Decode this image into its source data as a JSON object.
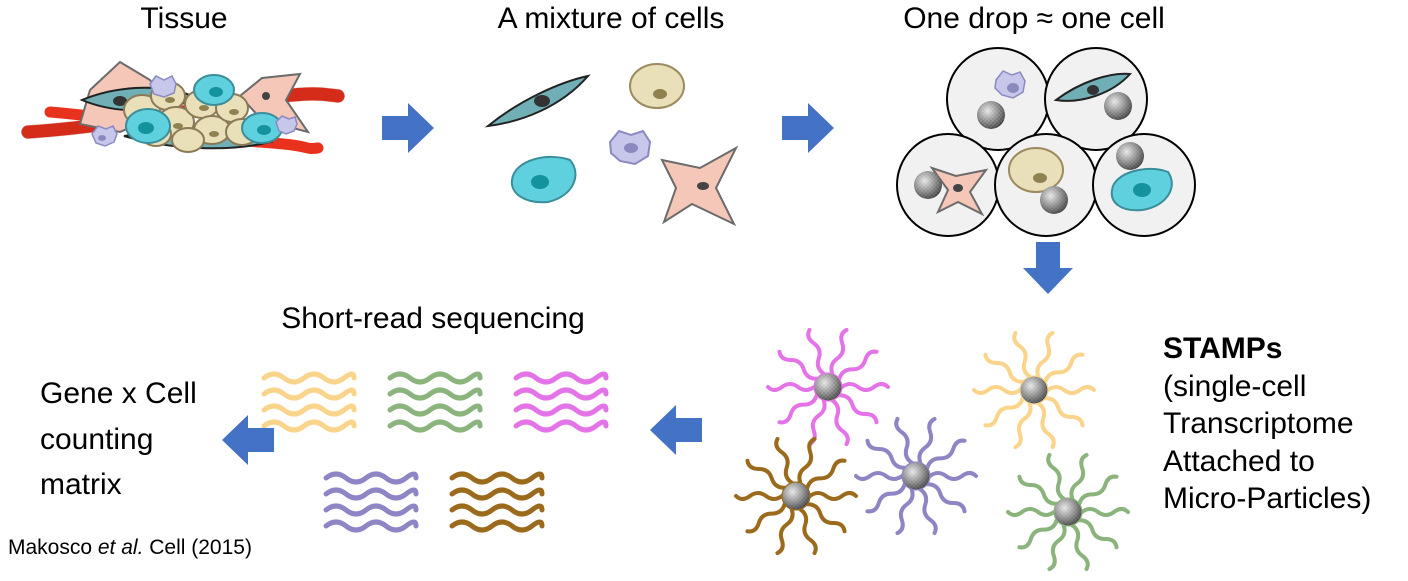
{
  "labels": {
    "tissue": "Tissue",
    "mixture": "A mixture of cells",
    "drop": "One drop ≈ one cell",
    "sequencing": "Short-read sequencing",
    "stamps_title": "STAMPs",
    "stamps_lines": [
      "(single-cell",
      "Transcriptome",
      "Attached to",
      "Micro-Particles)"
    ],
    "matrix_lines": [
      "Gene x Cell",
      "counting",
      "matrix"
    ]
  },
  "citation": {
    "author": "Makosco ",
    "etal": "et al.",
    "rest": " Cell (2015)"
  },
  "colors": {
    "arrow": "#4472C4",
    "vessel": "#E8321E",
    "teal_cell": "#6FAFB5",
    "cyan_cell": "#5FD0DE",
    "tan_cell": "#E9DFB9",
    "pink_cell": "#F4C7B8",
    "purple_cell": "#C7C7EC",
    "read_yellow": "#F9D48A",
    "read_green": "#8BB37C",
    "read_magenta": "#E573E8",
    "read_purple": "#8E86C4",
    "read_brown": "#9B6A1C"
  }
}
